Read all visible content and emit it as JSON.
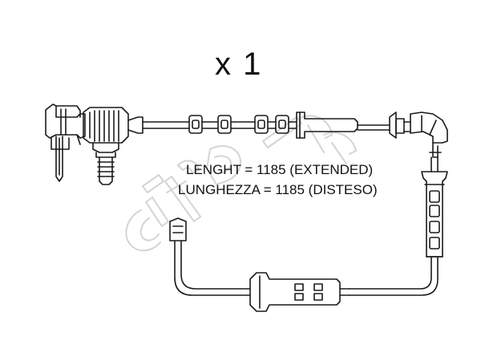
{
  "diagram": {
    "quantity_label": "x 1",
    "length_extended": "LENGHT = 1185 (EXTENDED)",
    "length_disteso": "LUNGHEZZA = 1185 (DISTESO)",
    "watermark": "cifam",
    "colors": {
      "line": "#1a1a1a",
      "watermark": "#d4d4d4",
      "background": "#ffffff"
    }
  }
}
